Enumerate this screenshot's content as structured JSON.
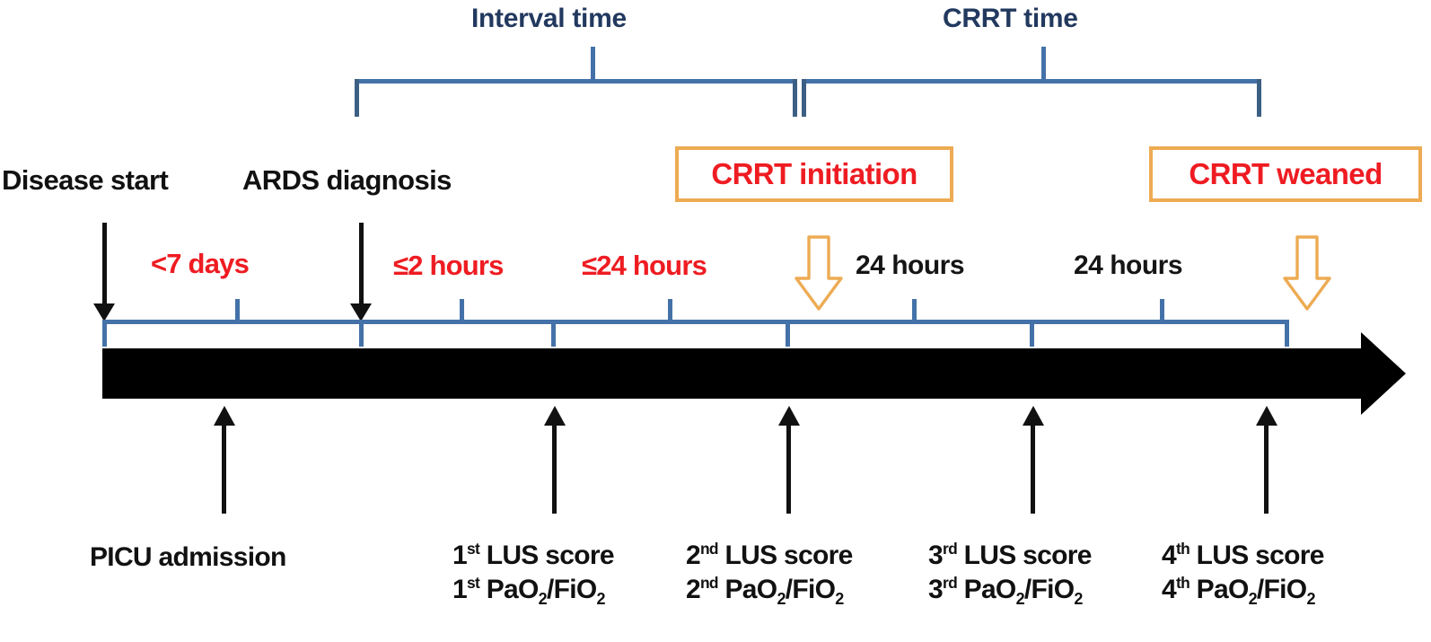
{
  "figure": {
    "title": "ARDS / CRRT study timeline",
    "colors": {
      "brace_blue": "#4472a8",
      "label_navy": "#22395f",
      "accent_red": "#ee1c22",
      "box_orange": "#edab53",
      "timeline_black": "#000000"
    }
  },
  "braces": [
    {
      "label": "Interval time"
    },
    {
      "label": "CRRT time"
    }
  ],
  "events": [
    {
      "label": "Disease start"
    },
    {
      "label": "ARDS diagnosis"
    }
  ],
  "boxes": [
    {
      "label": "CRRT initiation"
    },
    {
      "label": "CRRT weaned"
    }
  ],
  "durations": [
    {
      "label": "<7 days",
      "color": "red"
    },
    {
      "label": "≤2 hours",
      "color": "red"
    },
    {
      "label": "≤24 hours",
      "color": "red"
    },
    {
      "label": "24 hours",
      "color": "black"
    },
    {
      "label": "24 hours",
      "color": "black"
    }
  ],
  "bottom_markers": [
    {
      "line1": "PICU admission",
      "line2": "",
      "ordinal": "",
      "ordinal_suffix": ""
    },
    {
      "ordinal": "1",
      "ordinal_suffix": "st",
      "line1_rest": " LUS score",
      "line2_rest": " PaO",
      "line2_sub1": "2",
      "line2_mid": "/FiO",
      "line2_sub2": "2"
    },
    {
      "ordinal": "2",
      "ordinal_suffix": "nd",
      "line1_rest": " LUS score",
      "line2_rest": " PaO",
      "line2_sub1": "2",
      "line2_mid": "/FiO",
      "line2_sub2": "2"
    },
    {
      "ordinal": "3",
      "ordinal_suffix": "rd",
      "line1_rest": " LUS score",
      "line2_rest": " PaO",
      "line2_sub1": "2",
      "line2_mid": "/FiO",
      "line2_sub2": "2"
    },
    {
      "ordinal": "4",
      "ordinal_suffix": "th",
      "line1_rest": " LUS score",
      "line2_rest": " PaO",
      "line2_sub1": "2",
      "line2_mid": "/FiO",
      "line2_sub2": "2"
    }
  ]
}
